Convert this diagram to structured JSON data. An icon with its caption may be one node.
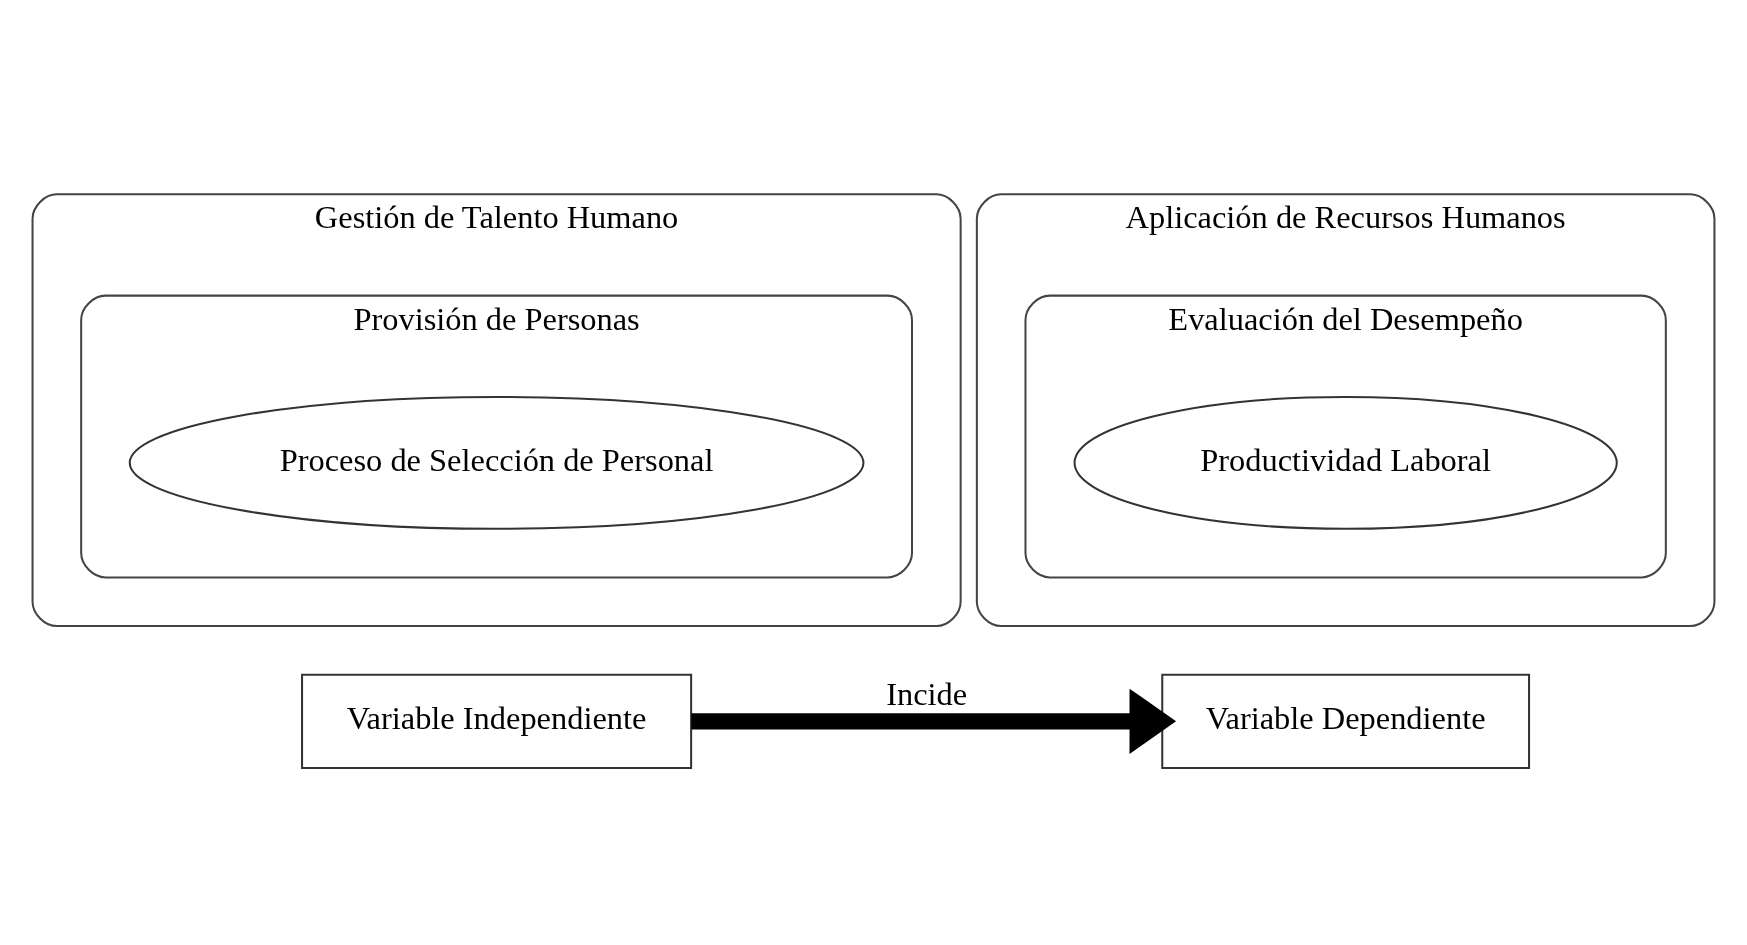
{
  "diagram": {
    "nodes": [
      {
        "text": [
          "Gestión de Talento Humano"
        ]
      },
      {
        "text": [
          "Provisión de Personas"
        ],
        "in": 0
      },
      {
        "text": [
          "Proceso de Selección de Personal"
        ],
        "in": 1
      },
      {
        "text": [
          "Variable Independiente"
        ]
      },
      {
        "text": [
          "Aplicación de Recursos Humanos"
        ]
      },
      {
        "text": [
          "Evaluación del Desempeño"
        ],
        "in": 4
      },
      {
        "text": [
          "Productividad Laboral"
        ],
        "in": 5
      },
      {
        "text": [
          "Variable Dependiente"
        ]
      }
    ],
    "edges": [
      {
        "from": 3,
        "to": 7,
        "arrow": "to",
        "label": "Incide"
      }
    ]
  }
}
